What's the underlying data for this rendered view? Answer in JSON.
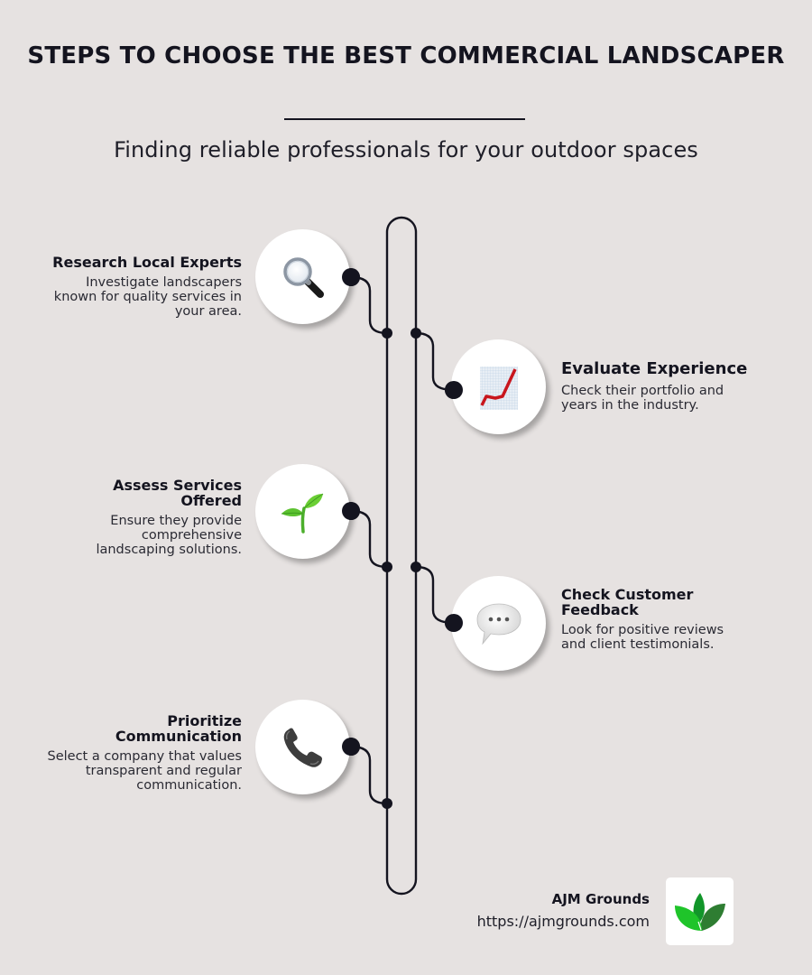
{
  "header": {
    "title": "STEPS TO CHOOSE THE BEST COMMERCIAL LANDSCAPER",
    "subtitle": "Finding reliable professionals for your outdoor spaces"
  },
  "colors": {
    "background": "#e6e2e1",
    "text": "#14141f",
    "track": "#14141f",
    "circle": "#ffffff",
    "logo_leaf_light": "#1fc42a",
    "logo_leaf_mid": "#12962a",
    "logo_leaf_dark": "#2e7d32"
  },
  "steps": [
    {
      "side": "left",
      "icon": "magnifying-glass-icon",
      "title": "Research Local Experts",
      "description": "Investigate landscapers known for quality services in your area."
    },
    {
      "side": "right",
      "icon": "chart-increasing-icon",
      "title": "Evaluate Experience",
      "description": "Check their portfolio and years in the industry."
    },
    {
      "side": "left",
      "icon": "seedling-icon",
      "title": "Assess Services Offered",
      "description": "Ensure they provide comprehensive landscaping solutions."
    },
    {
      "side": "right",
      "icon": "speech-bubble-icon",
      "title": "Check Customer Feedback",
      "description": "Look for positive reviews and client testimonials."
    },
    {
      "side": "left",
      "icon": "telephone-receiver-icon",
      "title": "Prioritize Communication",
      "description": "Select a company that values transparent and regular communication."
    }
  ],
  "brand": {
    "name": "AJM Grounds",
    "url": "https://ajmgrounds.com",
    "logo_icon": "leaves-logo-icon"
  }
}
